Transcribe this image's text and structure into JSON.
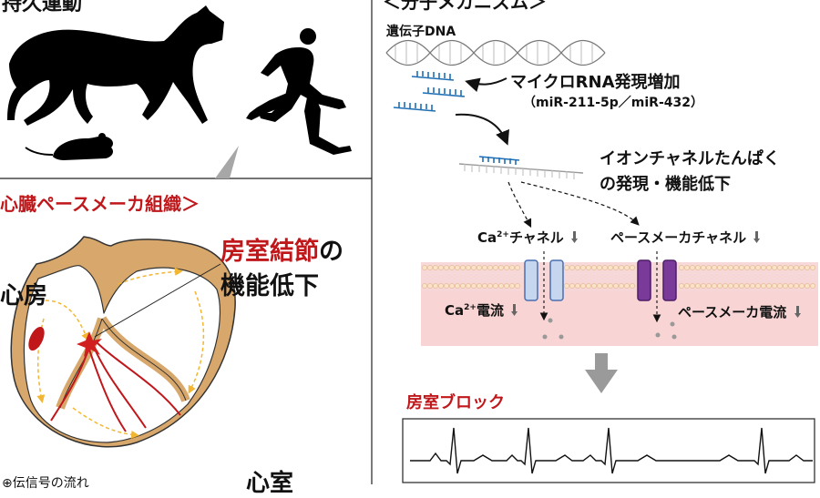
{
  "left_panel": {
    "top_section_title": "持久運動",
    "middle_section_title": "心臓ペースメーカ組織＞",
    "node_label": {
      "colored": "房室結節",
      "suffix": "の"
    },
    "node_label_line2": "機能低下",
    "atrium_label": "心房",
    "ventricle_label": "心室",
    "bottom_caption": "⊕伝信号の流れ"
  },
  "right_panel": {
    "title": "＜分子メカニズム＞",
    "dna_label": "遺伝子DNA",
    "mirna_label": "マイクロRNA発現増加",
    "mirna_sub": "（miR-211-5p／miR-432）",
    "protein_line1": "イオンチャネルたんぱく",
    "protein_line2": "の発現・機能低下",
    "ca_channel": {
      "prefix": "Ca",
      "sup": "2+",
      "suffix": "チャネル"
    },
    "pacemaker_channel": "ペースメーカチャネル",
    "ca_current": {
      "prefix": "Ca",
      "sup": "2+",
      "suffix": "電流"
    },
    "pacemaker_current": "ペースメーカ電流",
    "result_label": "房室ブロック"
  },
  "colors": {
    "accent_red": "#c0171b",
    "channel_blue": "#6a8fc9",
    "channel_purple": "#7a3a9a",
    "membrane_pink": "#f4c8c8",
    "heart_tan": "#d4a36a",
    "mirna_blue": "#1f6fb5",
    "arrow_gray": "#9a9a9a"
  }
}
